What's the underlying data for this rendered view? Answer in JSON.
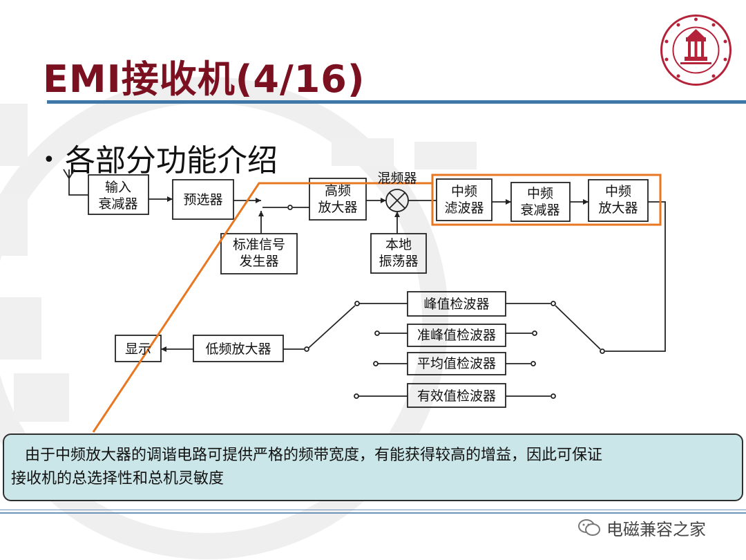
{
  "title": "EMI接收机(4/16)",
  "bullet": "各部分功能介绍",
  "blocks": {
    "input_attenuator": [
      "输入",
      "衰减器"
    ],
    "preselector": "预选器",
    "rf_amplifier": [
      "高频",
      "放大器"
    ],
    "mixer": "混频器",
    "if_filter": [
      "中频",
      "滤波器"
    ],
    "if_attenuator": [
      "中频",
      "衰减器"
    ],
    "if_amplifier": [
      "中频",
      "放大器"
    ],
    "std_signal_generator": [
      "标准信号",
      "发生器"
    ],
    "local_oscillator": [
      "本地",
      "振荡器"
    ],
    "peak_detector": "峰值检波器",
    "quasi_peak_detector": "准峰值检波器",
    "average_detector": "平均值检波器",
    "rms_detector": "有效值检波器",
    "af_amplifier": "低频放大器",
    "display": "显示"
  },
  "callout": {
    "line1": "由于中频放大器的调谐电路可提供严格的频带宽度，有能获得较高的增益，因此可保证",
    "line2": "接收机的总选择性和总机灵敏度"
  },
  "watermark": "电磁兼容之家",
  "colors": {
    "title": "#7a1020",
    "rule": "#3f77a8",
    "highlight": "#e87722",
    "callout_bg": "#cbe6e8",
    "logo": "#b4233a"
  }
}
